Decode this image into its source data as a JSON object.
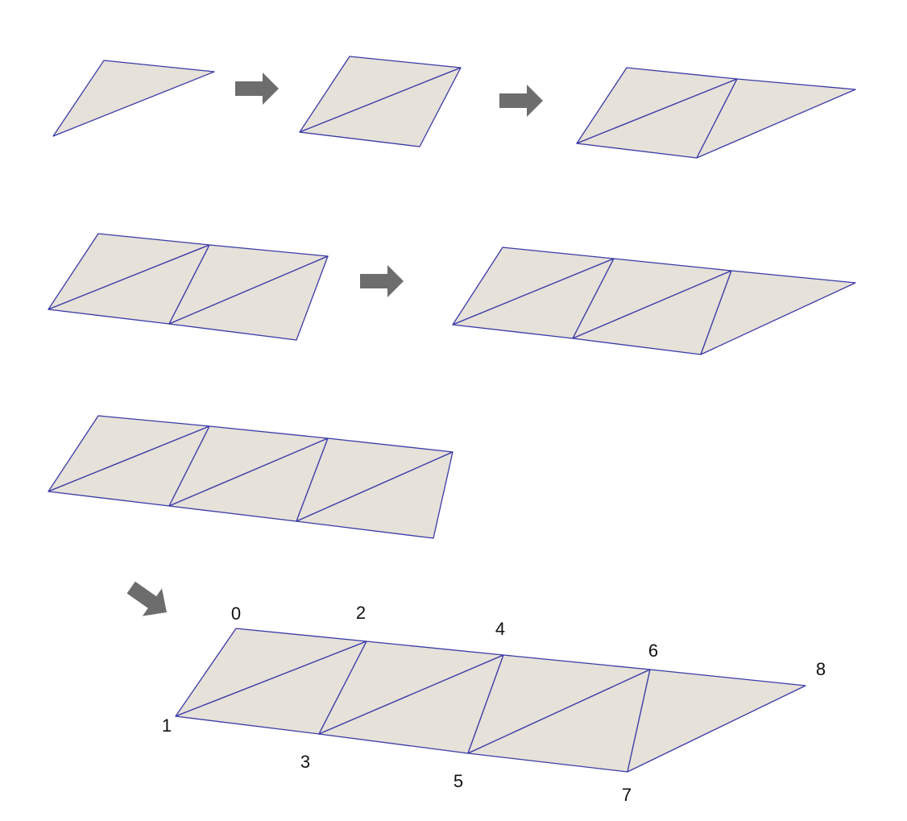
{
  "colors": {
    "fill": "#e6e1d9",
    "stroke": "#3a3aa8",
    "arrow": "#6d6d6d",
    "label": "#111111",
    "background": "#ffffff"
  },
  "arrow_icon": "thick-right-arrow",
  "strip_vertex_labels": [
    "0",
    "1",
    "2",
    "3",
    "4",
    "5",
    "6",
    "7",
    "8"
  ]
}
